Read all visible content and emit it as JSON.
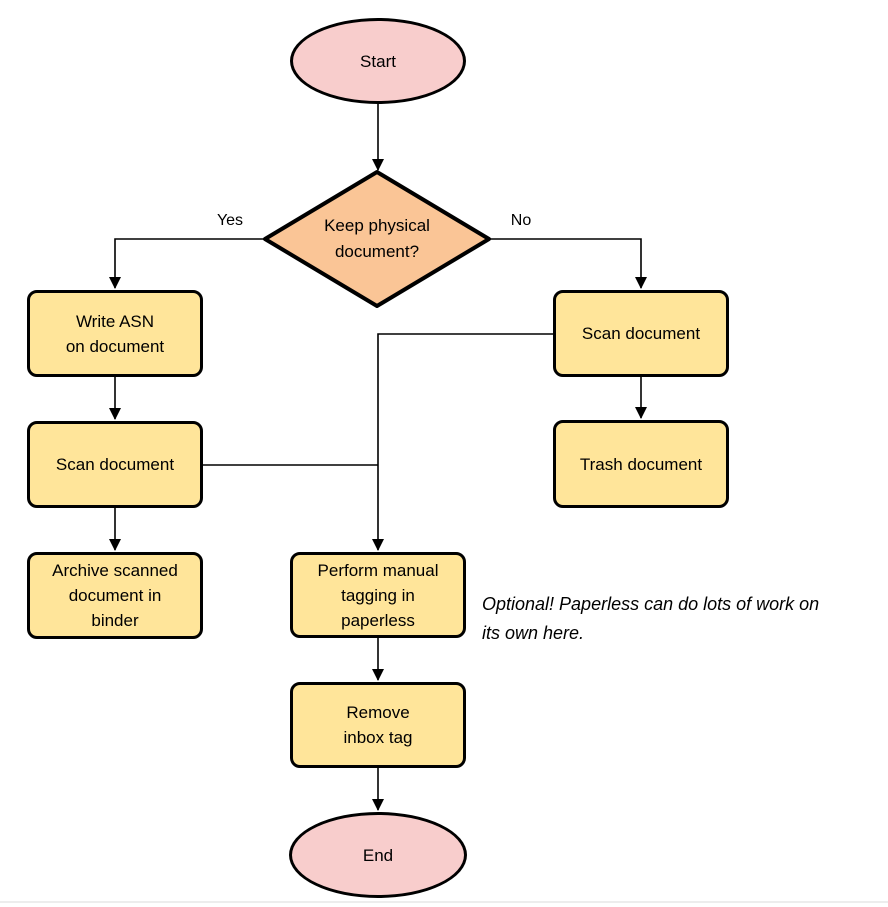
{
  "colors": {
    "terminator-fill": "#f8cdcc",
    "decision-fill": "#fac596",
    "process-fill": "#ffe59a",
    "stroke-color": "#000000",
    "line-color": "#000000"
  },
  "nodes": {
    "start": {
      "shape": "ellipse",
      "label": "Start"
    },
    "decision": {
      "shape": "diamond",
      "label": "Keep physical\ndocument?"
    },
    "write_asn": {
      "shape": "process",
      "label": "Write ASN\non document"
    },
    "scan_left": {
      "shape": "process",
      "label": "Scan document"
    },
    "archive": {
      "shape": "process",
      "label": "Archive scanned\ndocument in\nbinder"
    },
    "scan_right": {
      "shape": "process",
      "label": "Scan document"
    },
    "trash": {
      "shape": "process",
      "label": "Trash document"
    },
    "tagging": {
      "shape": "process",
      "label": "Perform manual\ntagging in\npaperless"
    },
    "remove_tag": {
      "shape": "process",
      "label": "Remove\ninbox tag"
    },
    "end": {
      "shape": "ellipse",
      "label": "End"
    }
  },
  "edges": {
    "yes_label": "Yes",
    "no_label": "No"
  },
  "note": {
    "text": "Optional! Paperless can do lots of work on\nits own here."
  }
}
